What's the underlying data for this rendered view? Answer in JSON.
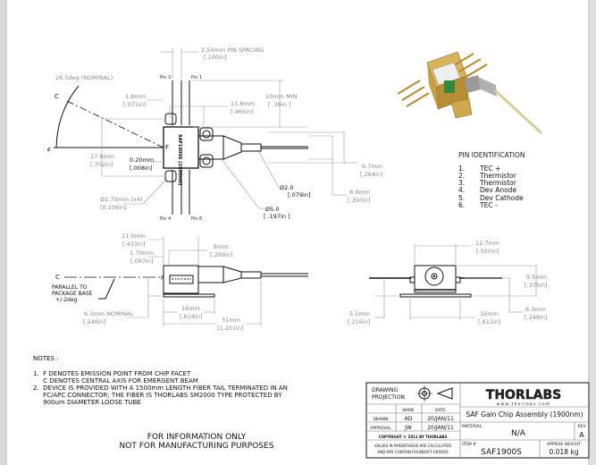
{
  "top_view": {
    "pin_spacing": "2.54mm PIN SPACING",
    "pin_spacing_in": "[.100in]",
    "angle": "26.5deg (NOMINAL)",
    "c_label": "C",
    "cl_label": "ȼ",
    "f_label": "F",
    "pin3": "Pin 3",
    "pin1": "Pin 1",
    "pin4": "Pin 4",
    "pin6": "Pin 6",
    "d1": "1.8mm",
    "d1_in": "[.071in]",
    "d2": "11.8mm",
    "d2_in": "[.465in]",
    "d3": "10mm MIN",
    "d3_in": "[ .39in ]",
    "d4": "17.8mm",
    "d4_in": "[.702in]",
    "d5": "0.20mm",
    "d5_in": "[.008in]",
    "d6": "Ø2.70mm (x4)",
    "d6_in": "[0.106in]",
    "d7": "Ø2.0",
    "d7_in": "[.079in]",
    "d8": "Ø5.0",
    "d8_in": "[ .197in ]",
    "d9": "6.7mm",
    "d9_in": "[.264in]",
    "d10": "8.9mm",
    "d10_in": "[.350in]"
  },
  "pin_identification": {
    "title": "PIN IDENTIFICATION",
    "pins": [
      {
        "num": "1.",
        "name": "TEC +"
      },
      {
        "num": "2.",
        "name": "Thermistor"
      },
      {
        "num": "3.",
        "name": "Thermistor"
      },
      {
        "num": "4.",
        "name": "Dev Anode"
      },
      {
        "num": "5.",
        "name": "Dev Cathode"
      },
      {
        "num": "6.",
        "name": "TEC -"
      }
    ]
  },
  "side_view": {
    "c_label": "C",
    "f_label": "F",
    "parallel1": "PARALLEL TO",
    "parallel2": "PACKAGE BASE",
    "parallel3": "+/-2deg",
    "d1": "11.0mm",
    "d1_in": "[.433in]",
    "d2": "1.70mm",
    "d2_in": "[.067in]",
    "d3": "8mm",
    "d3_in": "[.299in]",
    "d4": "6.3mm  NOMINAL",
    "d4_in": "[.248in]",
    "d5": "16mm",
    "d5_in": "[.614in]",
    "d6": "31mm",
    "d6_in": "[1.201in]"
  },
  "front_view": {
    "d1": "12.7mm",
    "d1_in": "[.500in]",
    "d2": "9.5mm",
    "d2_in": "[.375in]",
    "d3": "5.5mm",
    "d3_in": "[.216in]",
    "d4": "16mm",
    "d4_in": "[.612in]",
    "d5": "6.3mm",
    "d5_in": "[.248in]"
  },
  "notes": {
    "title": "NOTES :",
    "lines": [
      "1.  F DENOTES EMISSION POINT FROM CHIP FACET",
      "     C DENOTES CENTRAL AXIS FOR EMERGENT BEAM",
      "2.  DEVICE IS PROVIDED WITH A 1500mm LENGTH FIBER TAIL TERMINATED IN AN",
      "     FC/APC CONNECTOR; THE FIBER IS THORLABS SM2000 TYPE PROTECTED BY",
      "     900um DIAMETER LOOSE TUBE"
    ],
    "disclaimer1": "FOR INFORMATION ONLY",
    "disclaimer2": "NOT FOR MANUFACTURING PURPOSES"
  },
  "title_block": {
    "projection1": "DRAWING",
    "projection2": "PROJECTION",
    "name_hdr": "NAME",
    "date_hdr": "DATE",
    "drawn": "DRAWN",
    "drawn_name": "AD",
    "drawn_date": "20/JAN/11",
    "approval": "APPROVAL",
    "approval_name": "JW",
    "approval_date": "20/JAN/11",
    "copyright": "COPYRIGHT © 2011 BY THORLABS",
    "values1": "VALUES IN PARENTHESIS ARE CALCULATED",
    "values2": "AND MAY CONTAIN ROUNDOFF ERRORS",
    "logo": "THORLABS",
    "url": "www.thorlabs.com",
    "title": "SAF Gain Chip Assembly (1900nm)",
    "material_lbl": "MATERIAL",
    "material": "N/A",
    "rev_lbl": "REV",
    "rev": "A",
    "item_lbl": "ITEM #",
    "item": "SAF1900S",
    "weight_lbl": "APPROX WEIGHT",
    "weight": "0.018 kg"
  },
  "chip_label": "SAF1900S (1900nm)"
}
